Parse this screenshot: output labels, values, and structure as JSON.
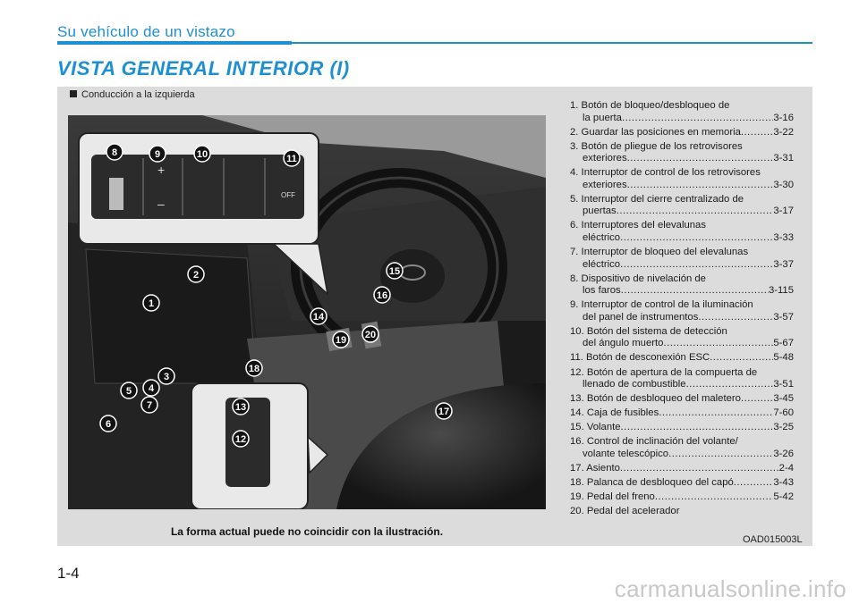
{
  "header": {
    "section_title": "Su vehículo de un vistazo",
    "main_title": "VISTA GENERAL INTERIOR (I)"
  },
  "figure": {
    "subheading": "Conducción a la izquierda",
    "caption": "La forma actual puede no coincidir con la ilustración.",
    "code": "OAD015003L",
    "callouts": [
      "1",
      "2",
      "3",
      "4",
      "5",
      "6",
      "7",
      "8",
      "9",
      "10",
      "11",
      "12",
      "13",
      "14",
      "15",
      "16",
      "17",
      "18",
      "19",
      "20"
    ],
    "inset_labels": {
      "off": "OFF",
      "plus": "+",
      "minus": "–"
    }
  },
  "items": [
    {
      "lines": [
        "1. Botón de bloqueo/desbloqueo de"
      ],
      "last": "la puerta",
      "page": "3-16"
    },
    {
      "lines": [],
      "last": "2. Guardar las posiciones en memoria",
      "page": "3-22"
    },
    {
      "lines": [
        "3. Botón de pliegue de los retrovisores"
      ],
      "last": "exteriores",
      "page": "3-31"
    },
    {
      "lines": [
        "4. Interruptor de control de los retrovisores"
      ],
      "last": "exteriores",
      "page": "3-30"
    },
    {
      "lines": [
        "5. Interruptor del cierre centralizado de"
      ],
      "last": "puertas",
      "page": "3-17"
    },
    {
      "lines": [
        "6. Interruptores del elevalunas"
      ],
      "last": "eléctrico",
      "page": "3-33"
    },
    {
      "lines": [
        "7. Interruptor de bloqueo del elevalunas"
      ],
      "last": "eléctrico",
      "page": "3-37"
    },
    {
      "lines": [
        "8. Dispositivo de nivelación de"
      ],
      "last": "los faros",
      "page": "3-115"
    },
    {
      "lines": [
        "9. Interruptor de control de la iluminación"
      ],
      "last": "del panel de instrumentos",
      "page": "3-57"
    },
    {
      "lines": [
        "10. Botón del sistema de detección"
      ],
      "last": "del ángulo muerto",
      "page": "5-67"
    },
    {
      "lines": [],
      "last": "11. Botón de desconexión ESC",
      "page": "5-48"
    },
    {
      "lines": [
        "12. Botón de apertura de la compuerta de"
      ],
      "last": "llenado de combustible",
      "page": "3-51"
    },
    {
      "lines": [],
      "last": "13. Botón de desbloqueo del maletero",
      "page": "3-45"
    },
    {
      "lines": [],
      "last": "14. Caja de fusibles",
      "page": "7-60"
    },
    {
      "lines": [],
      "last": "15. Volante",
      "page": "3-25"
    },
    {
      "lines": [
        "16. Control de inclinación del volante/"
      ],
      "last": "volante telescópico",
      "page": "3-26"
    },
    {
      "lines": [],
      "last": "17. Asiento",
      "page": "2-4"
    },
    {
      "lines": [],
      "last": "18. Palanca de desbloqueo del capó",
      "page": "3-43"
    },
    {
      "lines": [],
      "last": "19. Pedal del freno",
      "page": "5-42"
    },
    {
      "lines": [],
      "last": "20. Pedal del acelerador",
      "page": ""
    }
  ],
  "footer": {
    "page_number": "1-4",
    "watermark": "carmanualsonline.info"
  },
  "colors": {
    "accent": "#1f8fd3",
    "panel": "#dcdcdc"
  }
}
